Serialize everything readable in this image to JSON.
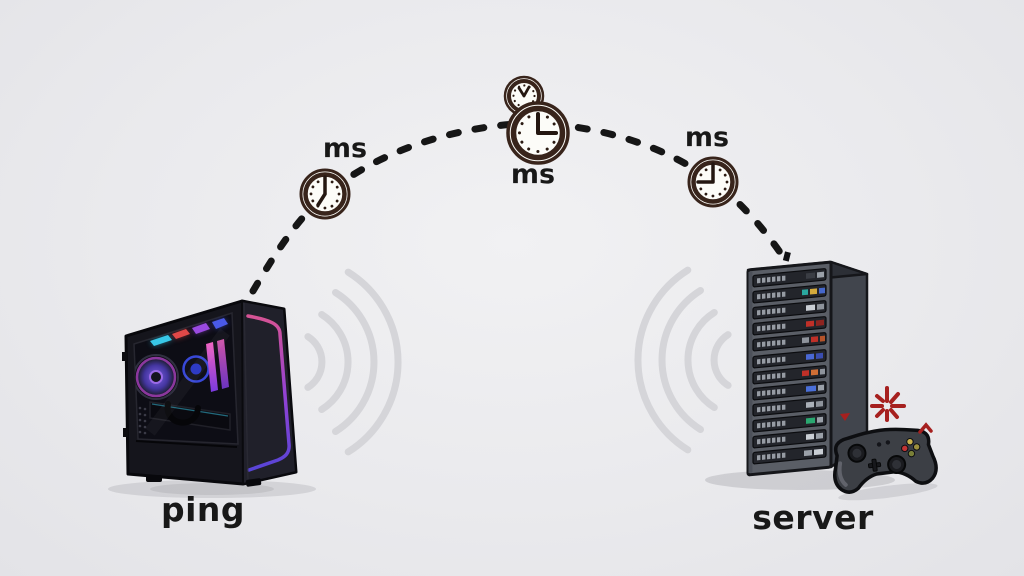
{
  "diagram": {
    "background_color": "#eaeaed",
    "nodes": {
      "pc": {
        "label": "ping"
      },
      "server": {
        "label": "server"
      }
    },
    "connection": {
      "style": "dashed-arc",
      "color": "#161616",
      "num_clocks": 4
    },
    "ms_labels": {
      "left": "ms",
      "center": "ms",
      "right": "ms"
    },
    "colors": {
      "ink": "#181818",
      "clock_rim": "#38241b",
      "clock_face": "#fcfcf8",
      "signal_wave": "#d5d5d9",
      "impact_red": "#a6201f",
      "pc_case": "#181820",
      "pc_rgb_top": "#e0569a",
      "pc_rgb_bottom": "#5b46e0",
      "server_case": "#5a5e66"
    }
  }
}
